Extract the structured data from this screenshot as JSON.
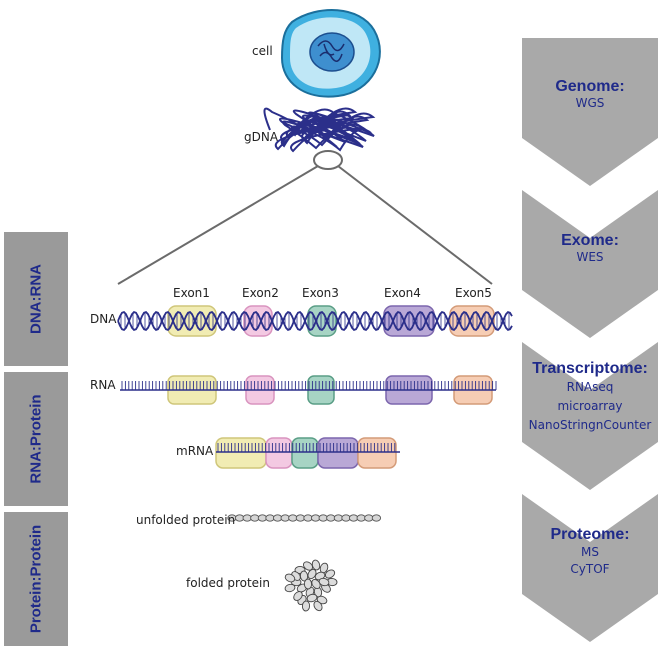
{
  "labels": {
    "cell": "cell",
    "gdna": "gDNA",
    "dna": "DNA",
    "rna": "RNA",
    "mrna": "mRNA",
    "unfolded_protein": "unfolded protein",
    "folded_protein": "folded protein",
    "exons": [
      "Exon1",
      "Exon2",
      "Exon3",
      "Exon4",
      "Exon5"
    ]
  },
  "side_tabs": [
    "DNA:RNA",
    "RNA:Protein",
    "Protein:Protein"
  ],
  "arrows": [
    {
      "title": "Genome:",
      "items": [
        "WGS"
      ]
    },
    {
      "title": "Exome:",
      "items": [
        "WES"
      ]
    },
    {
      "title": "Transcriptome:",
      "items": [
        "RNAseq",
        "microarray",
        "NanoStringnCounter"
      ]
    },
    {
      "title": "Proteome:",
      "items": [
        "MS",
        "CyTOF"
      ]
    }
  ],
  "colors": {
    "strand": "#2b2f8a",
    "exon_fills": [
      "#f1ecb3",
      "#f3c9e2",
      "#a7d4c4",
      "#b9a8d6",
      "#f6cdb4"
    ],
    "exon_strokes": [
      "#cfc67a",
      "#d994bf",
      "#5a9e86",
      "#7c66ad",
      "#d49b78"
    ],
    "side_tab": "#9a9a9a",
    "arrow_fill": "#a9a9a9",
    "accent_text": "#1f2a8a"
  }
}
